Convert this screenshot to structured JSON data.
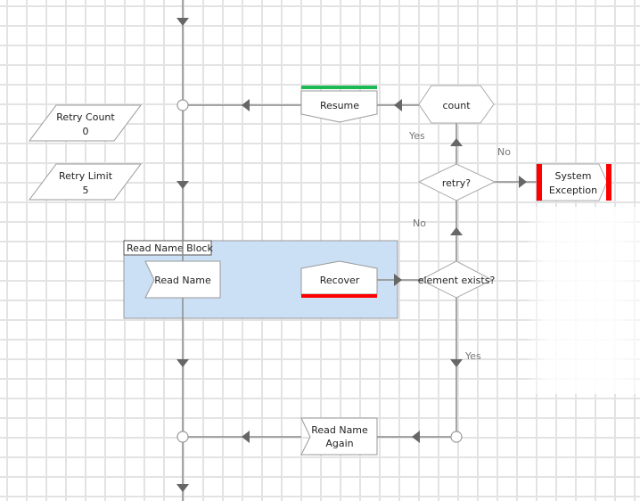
{
  "diagram": {
    "block": {
      "title": "Read Name Block",
      "fill": "#cce0f5"
    },
    "data_items": [
      {
        "name": "Retry Count",
        "value": "0"
      },
      {
        "name": "Retry Limit",
        "value": "5"
      }
    ],
    "stages": {
      "resume": {
        "label": "Resume",
        "accent": "#1db954"
      },
      "count": {
        "label": "count"
      },
      "retry": {
        "label": "retry?"
      },
      "system_exception": {
        "label_line1": "System",
        "label_line2": "Exception",
        "accent": "#ff0000"
      },
      "read_name": {
        "label": "Read Name"
      },
      "recover": {
        "label": "Recover",
        "accent": "#ff0000"
      },
      "element_exists": {
        "label": "element exists?"
      },
      "read_name_again": {
        "label_line1": "Read Name",
        "label_line2": "Again"
      }
    },
    "link_labels": {
      "retry_yes": "Yes",
      "retry_no": "No",
      "exists_no": "No",
      "exists_yes": "Yes"
    }
  }
}
